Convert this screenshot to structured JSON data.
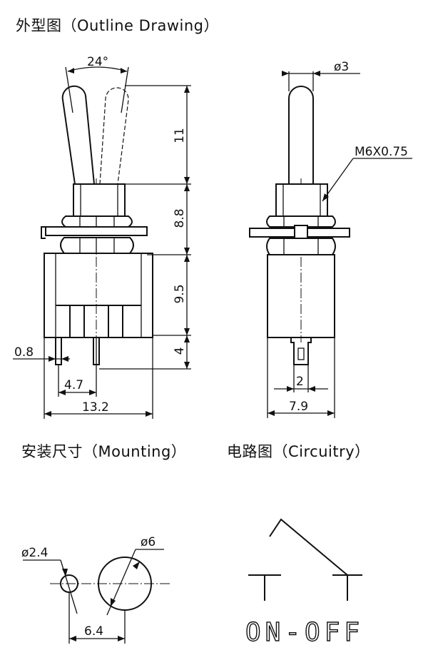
{
  "titles": {
    "outline": "外型图（Outline Drawing）",
    "mounting": "安装尺寸（Mounting）",
    "circuitry": "电路图（Circuitry）"
  },
  "outline_dims": {
    "angle": "24°",
    "h_lever": "11",
    "h_bushing": "8.8",
    "h_body": "9.5",
    "h_pin": "4",
    "pin_width": "0.8",
    "pin_pitch": "4.7",
    "body_width": "13.2"
  },
  "side_dims": {
    "lever_dia": "ø3",
    "thread": "M6X0.75",
    "pin_width": "2",
    "body_depth": "7.9"
  },
  "mounting_dims": {
    "small_hole": "ø2.4",
    "large_hole": "ø6",
    "spacing": "6.4"
  },
  "circuit": {
    "label": "ON-OFF"
  }
}
